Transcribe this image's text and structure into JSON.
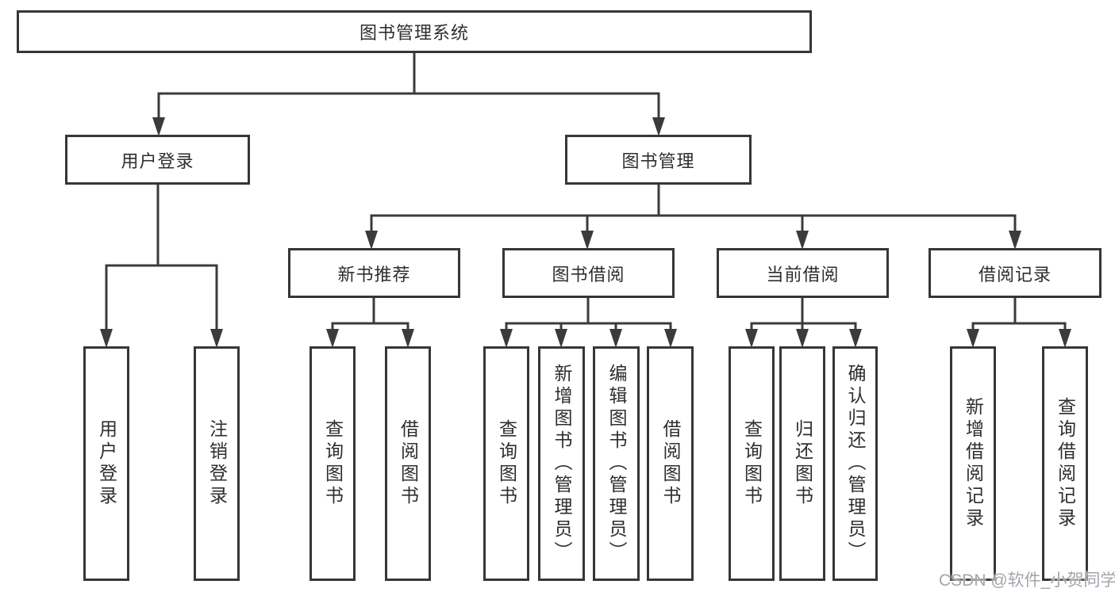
{
  "tree": {
    "root": {
      "label": "图书管理系统"
    },
    "branches": [
      {
        "label": "用户登录",
        "children": [
          {
            "label": "用户登录"
          },
          {
            "label": "注销登录"
          }
        ]
      },
      {
        "label": "图书管理",
        "children": [
          {
            "label": "新书推荐",
            "children": [
              {
                "label": "查询图书"
              },
              {
                "label": "借阅图书"
              }
            ]
          },
          {
            "label": "图书借阅",
            "children": [
              {
                "label": "查询图书"
              },
              {
                "label": "新增图书（管理员）"
              },
              {
                "label": "编辑图书（管理员）"
              },
              {
                "label": "借阅图书"
              }
            ]
          },
          {
            "label": "当前借阅",
            "children": [
              {
                "label": "查询图书"
              },
              {
                "label": "归还图书"
              },
              {
                "label": "确认归还（管理员）"
              }
            ]
          },
          {
            "label": "借阅记录",
            "children": [
              {
                "label": "新增借阅记录"
              },
              {
                "label": "查询借阅记录"
              }
            ]
          }
        ]
      }
    ]
  },
  "watermark": {
    "text": "CSDN @软件_小贺同学"
  },
  "colors": {
    "line": "#3b3b3b",
    "border": "#363636",
    "text": "#2e2e2e",
    "watermark": "#a4a4ac",
    "background": "#ffffff"
  }
}
